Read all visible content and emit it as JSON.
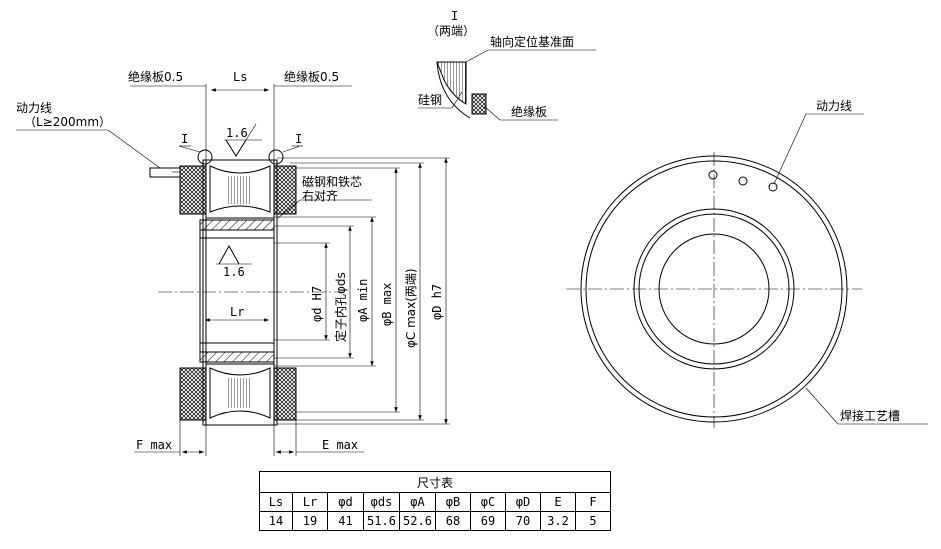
{
  "labels": {
    "insulation_left": "绝缘板0.5",
    "insulation_right": "绝缘板0.5",
    "ls": "Ls",
    "power_line": "动力线",
    "power_line_len": "（L≥200mm）",
    "mark_i_left": "I",
    "mark_i_right": "I",
    "roughness_top": "1.6",
    "roughness_inner": "1.6",
    "magnet_align_1": "磁钢和铁芯",
    "magnet_align_2": "右对齐",
    "dim_d": "φd H7",
    "dim_ds": "定子内孔φds",
    "dim_a": "φA min",
    "dim_b": "φB max",
    "dim_c": "φC max(两端)",
    "dim_d_outer": "φD h7",
    "lr": "Lr",
    "f_max": "F max",
    "e_max": "E max",
    "detail_i": "I",
    "detail_both_ends": "（两端）",
    "axial_ref": "轴向定位基准面",
    "silicon_steel": "硅钢",
    "insulation_plate": "绝缘板",
    "power_line_right": "动力线",
    "weld_groove": "焊接工艺槽"
  },
  "table": {
    "title": "尺寸表",
    "headers": [
      "Ls",
      "Lr",
      "φd",
      "φds",
      "φA",
      "φB",
      "φC",
      "φD",
      "E",
      "F"
    ],
    "values": [
      "14",
      "19",
      "41",
      "51.6",
      "52.6",
      "68",
      "69",
      "70",
      "3.2",
      "5"
    ]
  }
}
